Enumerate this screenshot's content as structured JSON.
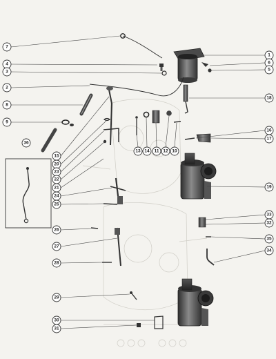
{
  "callouts": {
    "c1": "1",
    "c2": "2",
    "c3": "3",
    "c4": "4",
    "c5": "5",
    "c6": "6",
    "c7": "7",
    "c8": "8",
    "c9": "9",
    "c10": "10",
    "c11": "11",
    "c12": "12",
    "c13": "13",
    "c14": "14",
    "c15": "15",
    "c16": "16",
    "c17": "17",
    "c18": "18",
    "c19": "19",
    "c20": "20",
    "c21": "21",
    "c22": "22",
    "c23": "23",
    "c24": "24",
    "c25": "25",
    "c26": "26",
    "c27": "27",
    "c28": "28",
    "c29": "29",
    "c30": "30",
    "c31": "31",
    "c32": "32",
    "c33": "33",
    "c34": "34",
    "c35": "35",
    "c36": "36"
  },
  "colors": {
    "background": "#f4f3ef",
    "ink": "#2a2a2a",
    "metal_dark": "#3a3a3a",
    "metal_mid": "#6b6b6b",
    "metal_light": "#b8b8b8",
    "ghost": "#cfcdc6"
  }
}
